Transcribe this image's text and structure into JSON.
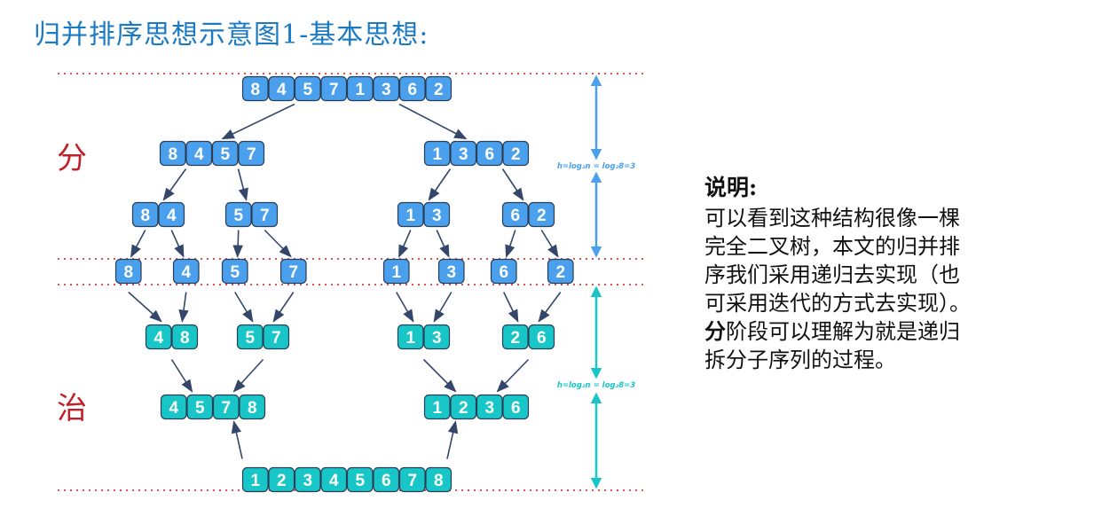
{
  "title": "归并排序思想示意图1-基本思想:",
  "colors": {
    "divide_box": "#4aa0ec",
    "conquer_box": "#18c6c8",
    "box_border": "#2b3e57",
    "arrow": "#34476a",
    "dotted_line": "#d9534f",
    "divide_label": "#c0202a",
    "divide_height_arrow": "#4aa0ec",
    "conquer_height_arrow": "#18c6c8"
  },
  "labels": {
    "divide": "分",
    "conquer": "治",
    "divide_height_formula": "h=log₂n = log₂8=3",
    "conquer_height_formula": "h=log₂n = log₂8=3"
  },
  "divide_levels": [
    [
      [
        8,
        4,
        5,
        7,
        1,
        3,
        6,
        2
      ]
    ],
    [
      [
        8,
        4,
        5,
        7
      ],
      [
        1,
        3,
        6,
        2
      ]
    ],
    [
      [
        8,
        4
      ],
      [
        5,
        7
      ],
      [
        1,
        3
      ],
      [
        6,
        2
      ]
    ],
    [
      [
        8
      ],
      [
        4
      ],
      [
        5
      ],
      [
        7
      ],
      [
        1
      ],
      [
        3
      ],
      [
        6
      ],
      [
        2
      ]
    ]
  ],
  "conquer_levels": [
    [
      [
        4,
        8
      ],
      [
        5,
        7
      ],
      [
        1,
        3
      ],
      [
        2,
        6
      ]
    ],
    [
      [
        4,
        5,
        7,
        8
      ],
      [
        1,
        2,
        3,
        6
      ]
    ],
    [
      [
        1,
        2,
        3,
        4,
        5,
        6,
        7,
        8
      ]
    ]
  ],
  "description": {
    "heading": "说明:",
    "body_lines": [
      "可以看到这种结构很像一棵",
      "完全二叉树，本文的归并排",
      "序我们采用递归去实现（也",
      "可采用迭代的方式去实现）。"
    ],
    "body_bold": "分",
    "body_tail_lines": [
      "阶段可以理解为就是递归",
      "拆分子序列的过程。"
    ]
  }
}
